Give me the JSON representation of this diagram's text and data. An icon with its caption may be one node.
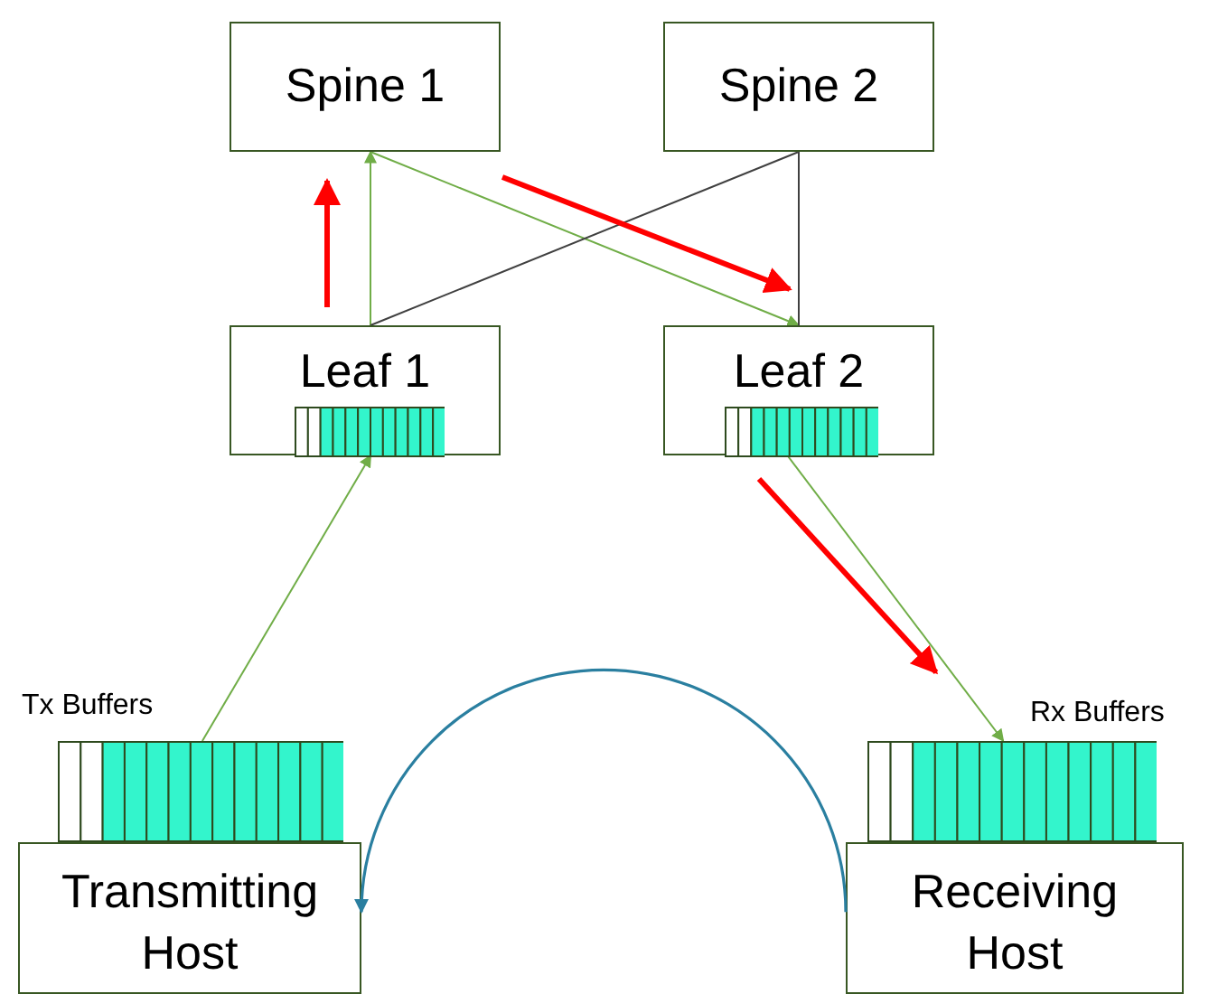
{
  "diagram": {
    "nodes": [
      {
        "text": [
          "Spine 1"
        ]
      },
      {
        "text": [
          "Spine 2"
        ]
      },
      {
        "text": [
          "Leaf 1"
        ]
      },
      {
        "text": [],
        "shape": "bar",
        "in": 2
      },
      {
        "text": [
          "Leaf 2"
        ]
      },
      {
        "text": [],
        "shape": "bar",
        "in": 4
      },
      {
        "text": [
          "Tx Buffers"
        ]
      },
      {
        "text": [
          "Transmitting Host"
        ]
      },
      {
        "text": [
          "Rx Buffers"
        ]
      },
      {
        "text": [
          "Receiving Host"
        ]
      }
    ],
    "edges": [
      {
        "from": 6,
        "to": 3,
        "arrow": "to"
      },
      {
        "from": 2,
        "to": 0,
        "arrow": "to"
      },
      {
        "from": 0,
        "to": 4,
        "arrow": "to"
      },
      {
        "from": 1,
        "to": 2,
        "arrow": "none",
        "color": "#404040"
      },
      {
        "from": 1,
        "to": 4,
        "arrow": "none",
        "color": "#404040"
      },
      {
        "from": 5,
        "to": 8,
        "arrow": "to"
      },
      {
        "from": 9,
        "to": 7,
        "arrow": "to",
        "color": "#2a7fa0"
      }
    ]
  }
}
